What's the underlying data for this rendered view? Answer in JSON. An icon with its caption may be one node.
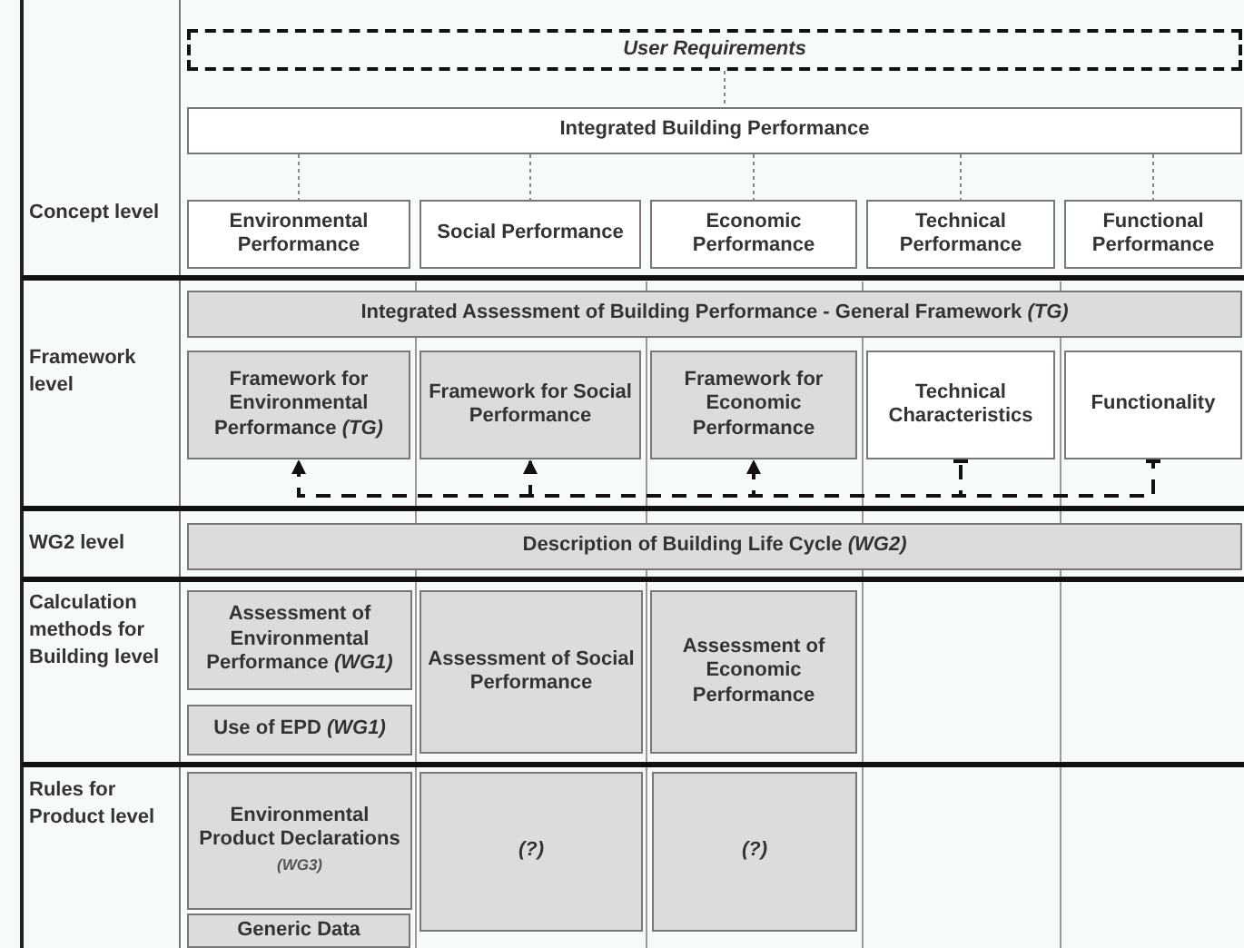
{
  "diagram": {
    "nodes": [
      {
        "text": [
          "User Requirements"
        ]
      },
      {
        "text": [
          "Integrated Building Performance"
        ]
      },
      {
        "text": [
          "Environmental Performance"
        ]
      },
      {
        "text": [
          "Social Performance"
        ]
      },
      {
        "text": [
          "Economic Performance"
        ]
      },
      {
        "text": [
          "Technical Performance"
        ]
      },
      {
        "text": [
          "Functional Performance"
        ]
      },
      {
        "text": [
          "Integrated Assessment of Building Performance - General Framework *(TG)*"
        ]
      },
      {
        "text": [
          "Framework for Environmental Performance *(TG)*"
        ]
      },
      {
        "text": [
          "Framework for Social Performance"
        ]
      },
      {
        "text": [
          "Framework for Economic Performance"
        ]
      },
      {
        "text": [
          "Technical Characteristics"
        ]
      },
      {
        "text": [
          "Functionality"
        ]
      },
      {
        "text": [
          "Description of Building Life Cycle *(WG2)*"
        ]
      },
      {
        "text": [
          "Assessment of Environmental Performance *(WG1)*"
        ]
      },
      {
        "text": [
          "Use of EPD *(WG1)*"
        ]
      },
      {
        "text": [
          "Assessment of Social Performance"
        ]
      },
      {
        "text": [
          "Assessment of Economic Performance"
        ]
      },
      {
        "text": [
          "Environmental Product Declarations",
          "(WG3)"
        ]
      },
      {
        "text": [
          "Generic Data"
        ]
      },
      {
        "text": [
          "(?)"
        ]
      },
      {
        "text": [
          "(?)"
        ]
      }
    ],
    "edges": [
      {
        "from": 0,
        "to": 1,
        "arrow": "none",
        "style": "dashed",
        "color": "#888888"
      },
      {
        "from": 1,
        "to": 2,
        "arrow": "none",
        "style": "dashed",
        "color": "#888888"
      },
      {
        "from": 1,
        "to": 3,
        "arrow": "none",
        "style": "dashed",
        "color": "#888888"
      },
      {
        "from": 1,
        "to": 4,
        "arrow": "none",
        "style": "dashed",
        "color": "#888888"
      },
      {
        "from": 1,
        "to": 5,
        "arrow": "none",
        "style": "dashed",
        "color": "#888888"
      },
      {
        "from": 1,
        "to": 6,
        "arrow": "none",
        "style": "dashed",
        "color": "#888888"
      },
      {
        "from": 11,
        "to": 8,
        "arrow": "to",
        "style": "dashed",
        "color": "#111111"
      },
      {
        "from": 11,
        "to": 9,
        "arrow": "to",
        "style": "dashed",
        "color": "#111111"
      },
      {
        "from": 11,
        "to": 10,
        "arrow": "to",
        "style": "dashed",
        "color": "#111111"
      },
      {
        "from": 12,
        "to": 8,
        "arrow": "to",
        "style": "dashed",
        "color": "#111111"
      },
      {
        "from": 12,
        "to": 9,
        "arrow": "to",
        "style": "dashed",
        "color": "#111111"
      },
      {
        "from": 12,
        "to": 10,
        "arrow": "to",
        "style": "dashed",
        "color": "#111111"
      }
    ],
    "labels": [
      "Concept level",
      "Framework level",
      "WG2 level",
      "Calculation methods for Building level",
      "Rules for Product level"
    ]
  }
}
